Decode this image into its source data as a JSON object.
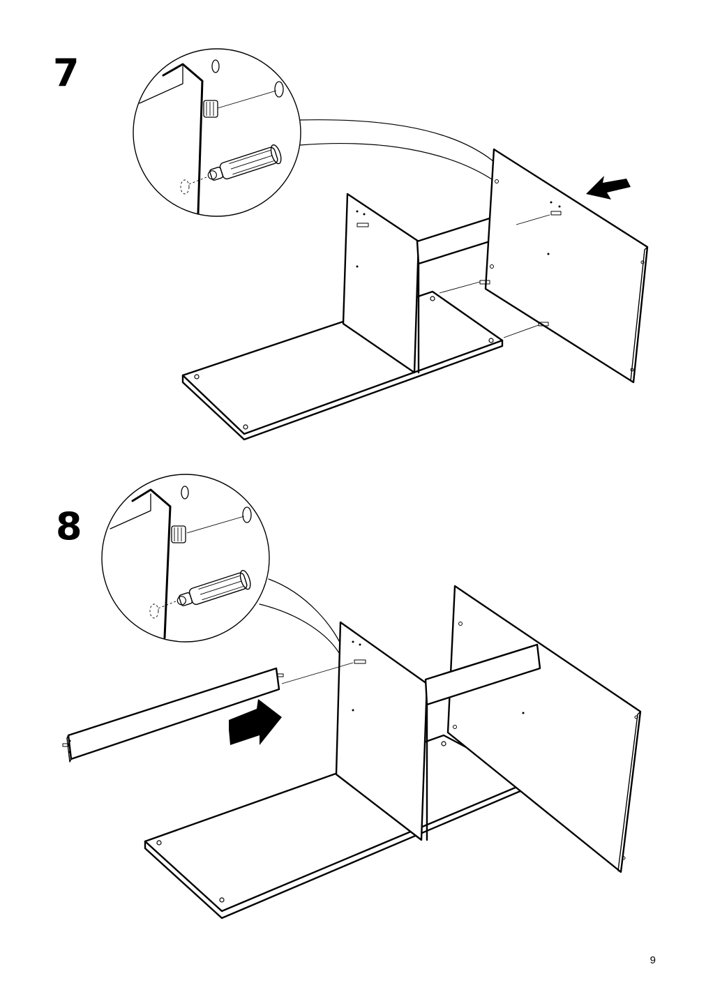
{
  "steps": [
    {
      "number": "7"
    },
    {
      "number": "8"
    }
  ],
  "page": {
    "number": "9"
  },
  "icons": {
    "arrow": "arrow-icon",
    "dowel": "dowel-icon",
    "magnifier": "detail-circle-icon"
  }
}
